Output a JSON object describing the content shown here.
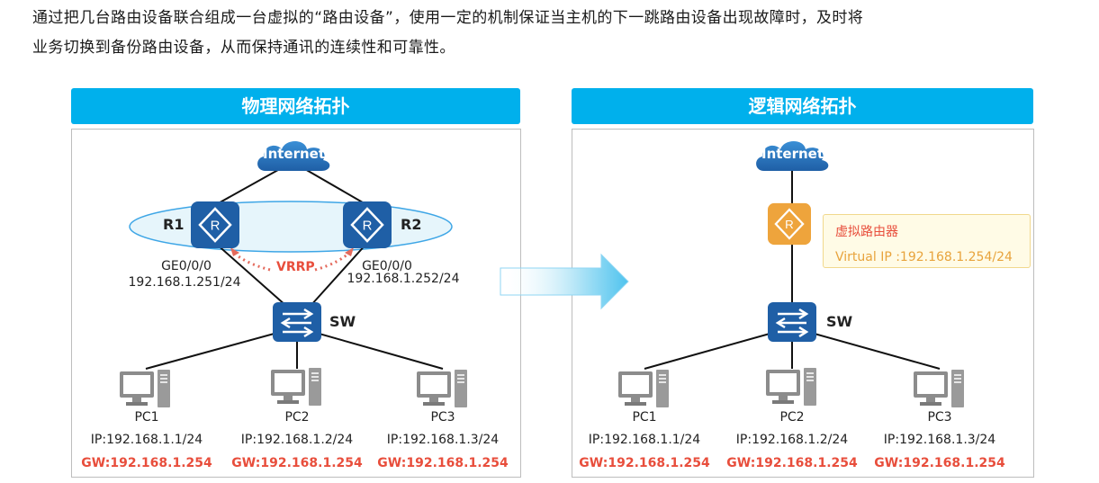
{
  "intro": {
    "line1": "通过把几台路由设备联合组成一台虚拟的“路由设备”，使用一定的机制保证当主机的下一跳路由设备出现故障时，及时将",
    "line2": "业务切换到备份路由设备，从而保持通讯的连续性和可靠性。"
  },
  "physical": {
    "title": "物理网络拓扑",
    "internet": "Internet",
    "r1": "R1",
    "r2": "R2",
    "vrrp": "VRRP",
    "r1_port": "GE0/0/0",
    "r1_ip": "192.168.1.251/24",
    "r2_port": "GE0/0/0",
    "r2_ip": "192.168.1.252/24",
    "sw": "SW",
    "pcs": [
      {
        "name": "PC1",
        "ip": "IP:192.168.1.1/24",
        "gw": "GW:192.168.1.254"
      },
      {
        "name": "PC2",
        "ip": "IP:192.168.1.2/24",
        "gw": "GW:192.168.1.254"
      },
      {
        "name": "PC3",
        "ip": "IP:192.168.1.3/24",
        "gw": "GW:192.168.1.254"
      }
    ]
  },
  "logical": {
    "title": "逻辑网络拓扑",
    "internet": "Internet",
    "vr_name": "虚拟路由器",
    "vr_ip": "Virtual IP :192.168.1.254/24",
    "sw": "SW",
    "pcs": [
      {
        "name": "PC1",
        "ip": "IP:192.168.1.1/24",
        "gw": "GW:192.168.1.254"
      },
      {
        "name": "PC2",
        "ip": "IP:192.168.1.2/24",
        "gw": "GW:192.168.1.254"
      },
      {
        "name": "PC3",
        "ip": "IP:192.168.1.3/24",
        "gw": "GW:192.168.1.254"
      }
    ]
  },
  "colors": {
    "header": "#00b0ec",
    "device": "#1f5fa6",
    "virtual_router": "#eea43c",
    "gateway_text": "#e84e3c"
  },
  "icons": {
    "cloud": "cloud-icon",
    "router": "router-icon",
    "switch": "switch-icon",
    "pc": "pc-icon",
    "arrow": "right-arrow-icon"
  }
}
